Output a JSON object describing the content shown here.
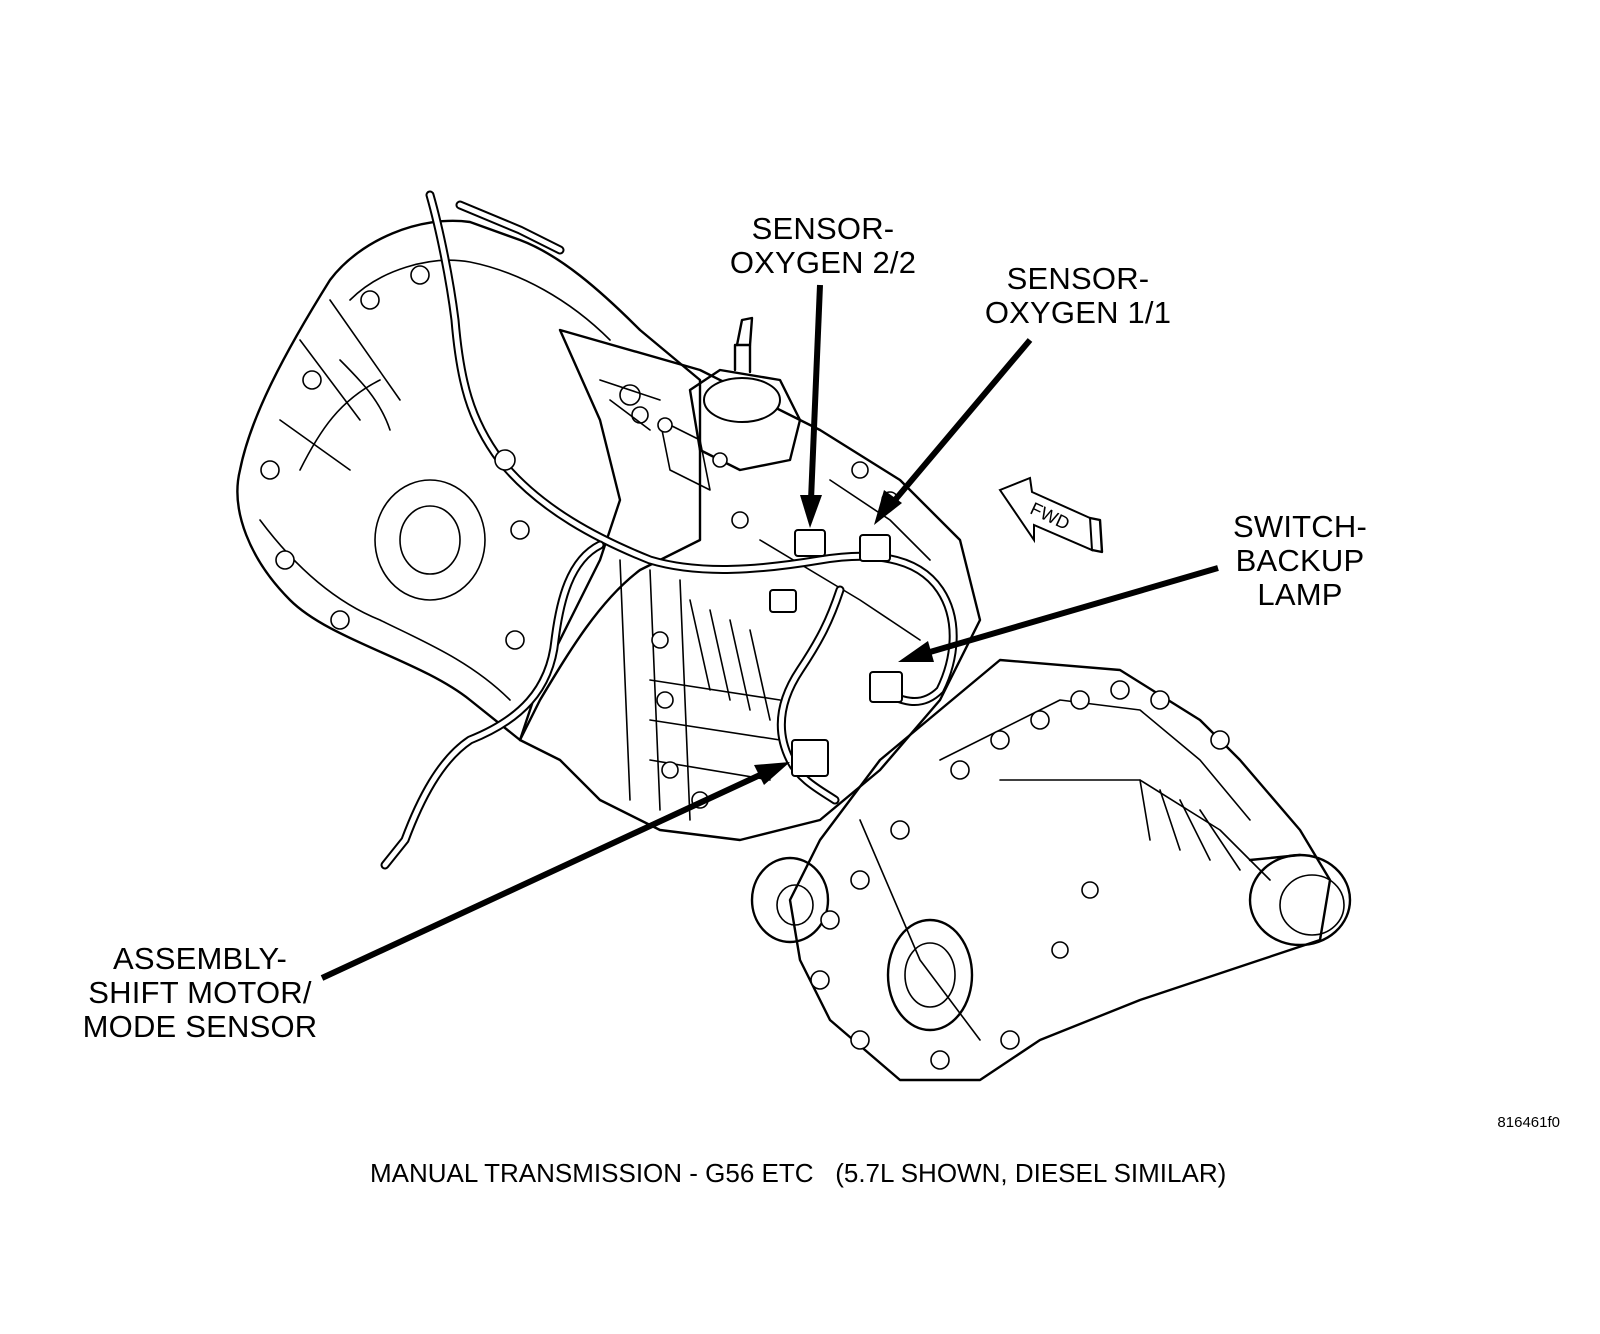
{
  "callouts": {
    "oxygen_2_2": "SENSOR-\nOXYGEN 2/2",
    "oxygen_1_1": "SENSOR-\nOXYGEN 1/1",
    "backup_lamp": "SWITCH-\nBACKUP\nLAMP",
    "shift_motor": "ASSEMBLY-\nSHIFT MOTOR/\nMODE SENSOR"
  },
  "direction_label": "FWD",
  "figure_id": "816461f0",
  "caption": "MANUAL TRANSMISSION - G56 ETC   (5.7L SHOWN, DIESEL SIMILAR)"
}
